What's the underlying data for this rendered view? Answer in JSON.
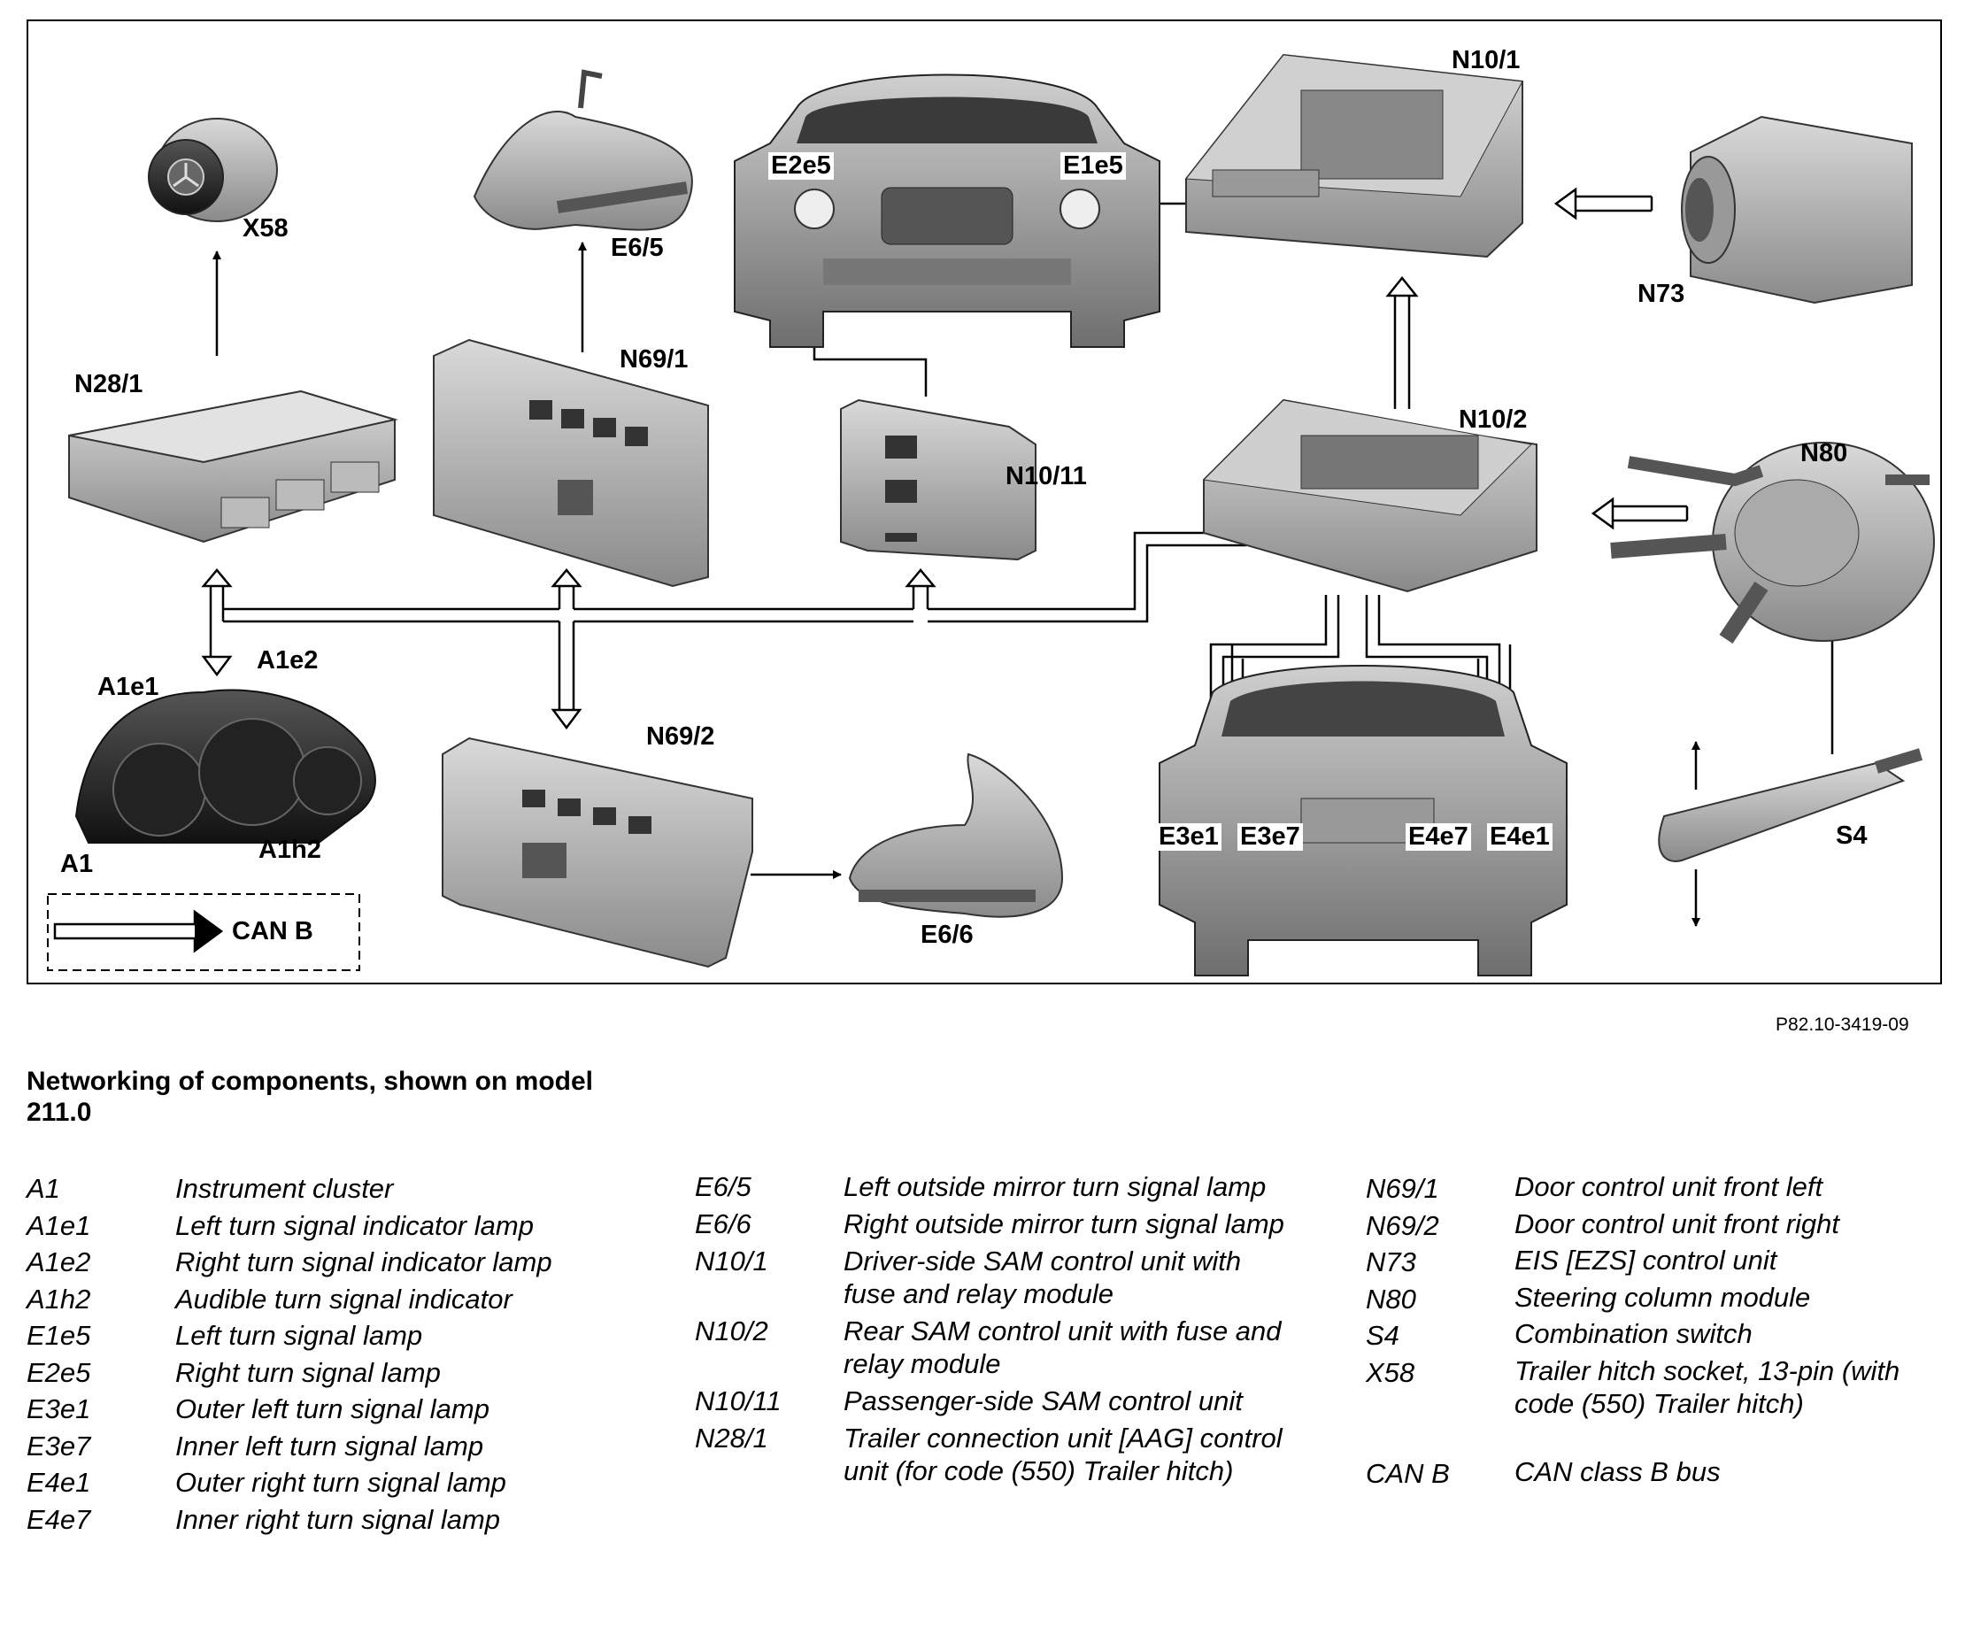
{
  "diagram": {
    "labels": {
      "x58": "X58",
      "n28_1": "N28/1",
      "e6_5": "E6/5",
      "n69_1": "N69/1",
      "e2e5": "E2e5",
      "e1e5": "E1e5",
      "n10_11": "N10/11",
      "n10_1": "N10/1",
      "n73": "N73",
      "n10_2": "N10/2",
      "n80": "N80",
      "a1e1": "A1e1",
      "a1e2": "A1e2",
      "a1h2": "A1h2",
      "a1": "A1",
      "n69_2": "N69/2",
      "e6_6": "E6/6",
      "e3e1": "E3e1",
      "e3e7": "E3e7",
      "e4e7": "E4e7",
      "e4e1": "E4e1",
      "s4": "S4"
    },
    "key_label": "CAN B"
  },
  "reference_code": "P82.10-3419-09",
  "caption": "Networking of components, shown on model 211.0",
  "legend": {
    "column1": [
      {
        "code": "A1",
        "desc": "Instrument cluster"
      },
      {
        "code": "A1e1",
        "desc": "Left turn signal indicator lamp"
      },
      {
        "code": "A1e2",
        "desc": "Right turn signal indicator lamp"
      },
      {
        "code": "A1h2",
        "desc": "Audible turn signal indicator"
      },
      {
        "code": "E1e5",
        "desc": "Left turn signal lamp"
      },
      {
        "code": "E2e5",
        "desc": "Right turn signal lamp"
      },
      {
        "code": "E3e1",
        "desc": "Outer left turn signal lamp"
      },
      {
        "code": "E3e7",
        "desc": "Inner left turn signal lamp"
      },
      {
        "code": "E4e1",
        "desc": "Outer right turn signal lamp"
      },
      {
        "code": "E4e7",
        "desc": "Inner right turn signal lamp"
      }
    ],
    "column2": [
      {
        "code": "E6/5",
        "desc": "Left outside mirror turn signal lamp"
      },
      {
        "code": "E6/6",
        "desc": "Right outside mirror turn signal lamp"
      },
      {
        "code": "N10/1",
        "desc": "Driver-side SAM control unit with fuse and relay module"
      },
      {
        "code": "N10/2",
        "desc": "Rear SAM control unit with fuse and relay module"
      },
      {
        "code": "N10/11",
        "desc": "Passenger-side SAM control unit"
      },
      {
        "code": "N28/1",
        "desc": "Trailer connection unit [AAG] control unit (for code (550) Trailer hitch)"
      }
    ],
    "column3": [
      {
        "code": "N69/1",
        "desc": "Door control unit front left"
      },
      {
        "code": "N69/2",
        "desc": "Door control unit front right"
      },
      {
        "code": "N73",
        "desc": "EIS [EZS] control unit"
      },
      {
        "code": "N80",
        "desc": "Steering column module"
      },
      {
        "code": "S4",
        "desc": "Combination switch"
      },
      {
        "code": "X58",
        "desc": "Trailer hitch socket, 13-pin (with code (550) Trailer hitch)"
      }
    ],
    "column3_extra": {
      "code": "CAN B",
      "desc": "CAN class B bus"
    }
  }
}
